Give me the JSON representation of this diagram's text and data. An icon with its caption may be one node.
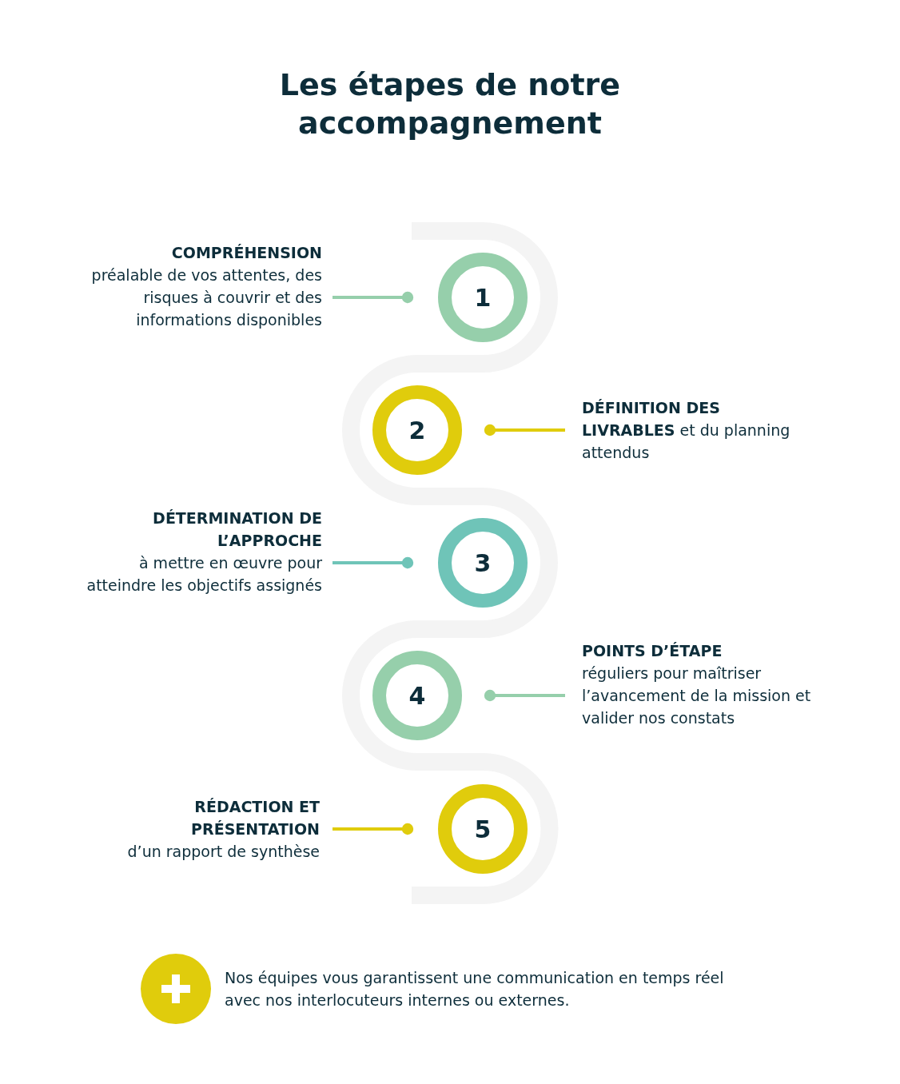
{
  "diagram": {
    "title": "Les étapes de notre accompagnement",
    "nodes": [
      {
        "text": [
          "COMPRÉHENSION",
          "préalable de vos attentes, des risques à couvrir et des informations disponibles"
        ]
      },
      {
        "text": [
          "1"
        ]
      },
      {
        "text": [
          "2"
        ]
      },
      {
        "text": [
          "**DÉFINITION DES LIVRABLES** et du planning attendus"
        ]
      },
      {
        "text": [
          "DÉTERMINATION DE L’APPROCHE",
          "à mettre en œuvre pour atteindre les objectifs assignés"
        ]
      },
      {
        "text": [
          "3"
        ]
      },
      {
        "text": [
          "4"
        ]
      },
      {
        "text": [
          "POINTS D’ÉTAPE",
          "réguliers pour maîtriser l’avancement de la mission et valider nos constats"
        ]
      },
      {
        "text": [
          "RÉDACTION ET PRÉSENTATION",
          "d’un rapport de synthèse"
        ]
      },
      {
        "text": [
          "5"
        ]
      }
    ],
    "edges": [
      {
        "from": 0,
        "to": 1,
        "arrow": "other",
        "color": "#96cfab"
      },
      {
        "from": 3,
        "to": 2,
        "arrow": "other",
        "color": "#e0cc0c"
      },
      {
        "from": 4,
        "to": 5,
        "arrow": "other",
        "color": "#6fc4b8"
      },
      {
        "from": 7,
        "to": 6,
        "arrow": "other",
        "color": "#96cfab"
      },
      {
        "from": 8,
        "to": 9,
        "arrow": "other",
        "color": "#e0cc0c"
      }
    ],
    "labels": [
      "Nos équipes vous garantissent une communication en temps réel avec nos interlocuteurs internes ou externes."
    ]
  }
}
